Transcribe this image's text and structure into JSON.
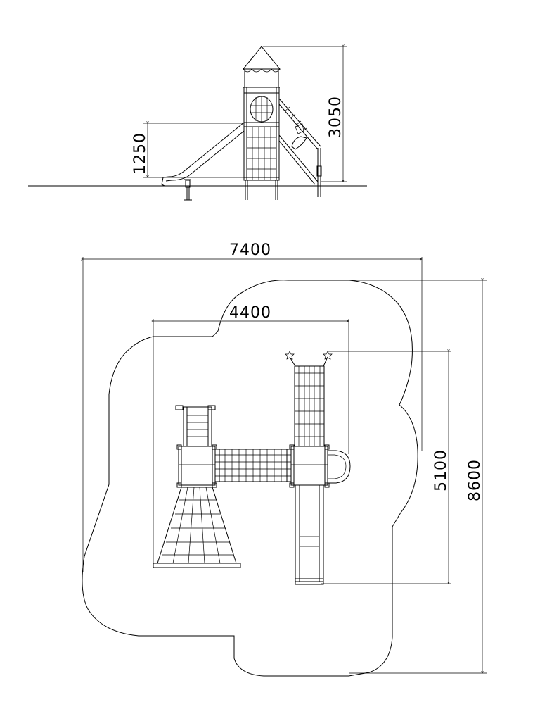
{
  "dimensions": {
    "elevation_height": "3050",
    "platform_height": "1250",
    "plan_total_width": "7400",
    "plan_structure_width": "4400",
    "plan_structure_depth": "5100",
    "plan_total_depth": "8600"
  },
  "colors": {
    "line": "#000000",
    "background": "#ffffff"
  }
}
